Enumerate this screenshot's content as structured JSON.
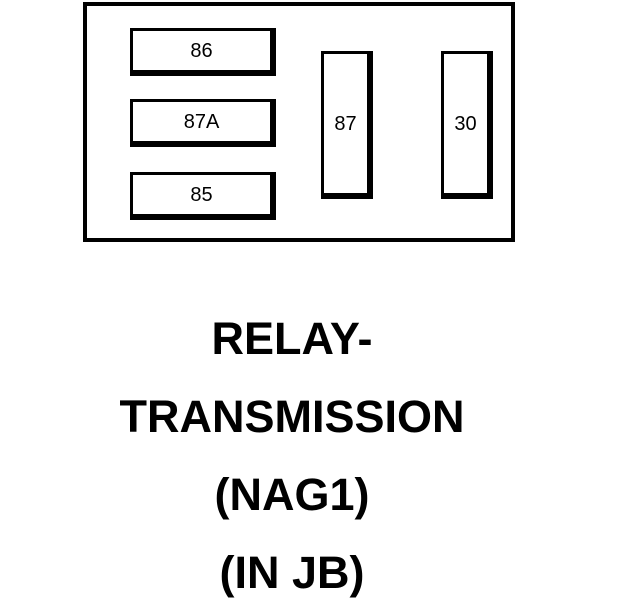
{
  "terminals": {
    "t86": "86",
    "t87a": "87A",
    "t85": "85",
    "t87": "87",
    "t30": "30"
  },
  "caption": {
    "line1": "RELAY-",
    "line2": "TRANSMISSION",
    "line3": "(NAG1)",
    "line4": "(IN JB)"
  }
}
